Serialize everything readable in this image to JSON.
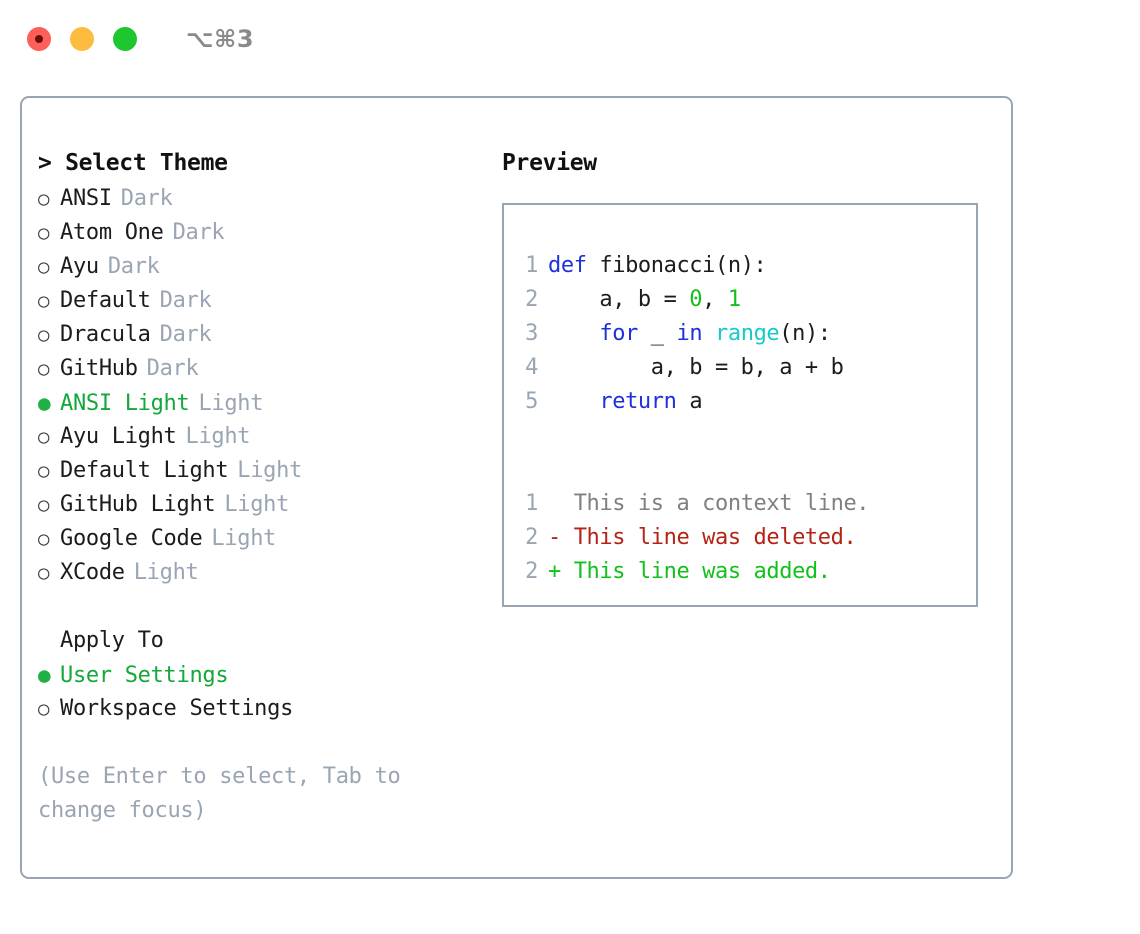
{
  "titlebar": {
    "shortcut": "⌥⌘3",
    "lights": [
      "close",
      "minimize",
      "maximize"
    ]
  },
  "left": {
    "heading": "> Select Theme",
    "themes": [
      {
        "bullet": "○",
        "name": "ANSI",
        "variant": "Dark",
        "selected": false
      },
      {
        "bullet": "○",
        "name": "Atom One",
        "variant": "Dark",
        "selected": false
      },
      {
        "bullet": "○",
        "name": "Ayu",
        "variant": "Dark",
        "selected": false
      },
      {
        "bullet": "○",
        "name": "Default",
        "variant": "Dark",
        "selected": false
      },
      {
        "bullet": "○",
        "name": "Dracula",
        "variant": "Dark",
        "selected": false
      },
      {
        "bullet": "○",
        "name": "GitHub",
        "variant": "Dark",
        "selected": false
      },
      {
        "bullet": "●",
        "name": "ANSI Light",
        "variant": "Light",
        "selected": true
      },
      {
        "bullet": "○",
        "name": "Ayu Light",
        "variant": "Light",
        "selected": false
      },
      {
        "bullet": "○",
        "name": "Default Light",
        "variant": "Light",
        "selected": false
      },
      {
        "bullet": "○",
        "name": "GitHub Light",
        "variant": "Light",
        "selected": false
      },
      {
        "bullet": "○",
        "name": "Google Code",
        "variant": "Light",
        "selected": false
      },
      {
        "bullet": "○",
        "name": "XCode",
        "variant": "Light",
        "selected": false
      }
    ],
    "apply_heading": "Apply To",
    "apply_options": [
      {
        "bullet": "●",
        "name": "User Settings",
        "selected": true
      },
      {
        "bullet": "○",
        "name": "Workspace Settings",
        "selected": false
      }
    ],
    "hint": "(Use Enter to select, Tab to change focus)"
  },
  "right": {
    "title": "Preview",
    "code_lines": [
      {
        "num": "1",
        "tokens": [
          {
            "t": "def",
            "c": "kw"
          },
          {
            "t": " fibonacci(n):",
            "c": "txt"
          }
        ]
      },
      {
        "num": "2",
        "tokens": [
          {
            "t": "    a, b = ",
            "c": "txt"
          },
          {
            "t": "0",
            "c": "num"
          },
          {
            "t": ", ",
            "c": "txt"
          },
          {
            "t": "1",
            "c": "num"
          }
        ]
      },
      {
        "num": "3",
        "tokens": [
          {
            "t": "    ",
            "c": "txt"
          },
          {
            "t": "for",
            "c": "kw"
          },
          {
            "t": " _ ",
            "c": "txt"
          },
          {
            "t": "in",
            "c": "kw"
          },
          {
            "t": " ",
            "c": "txt"
          },
          {
            "t": "range",
            "c": "fn"
          },
          {
            "t": "(n):",
            "c": "txt"
          }
        ]
      },
      {
        "num": "4",
        "tokens": [
          {
            "t": "        a, b = b, a + b",
            "c": "txt"
          }
        ]
      },
      {
        "num": "5",
        "tokens": [
          {
            "t": "    ",
            "c": "txt"
          },
          {
            "t": "return",
            "c": "kw"
          },
          {
            "t": " a",
            "c": "txt"
          }
        ]
      }
    ],
    "diff_lines": [
      {
        "num": "1",
        "marker": "  ",
        "text": "This is a context line.",
        "kind": "ctx"
      },
      {
        "num": "2",
        "marker": "- ",
        "text": "This line was deleted.",
        "kind": "del"
      },
      {
        "num": "2",
        "marker": "+ ",
        "text": "This line was added.",
        "kind": "add"
      }
    ]
  },
  "colors": {
    "accent_green": "#14a83a",
    "muted": "#9aa5b4",
    "keyword": "#1f31d8",
    "function": "#17c9c9",
    "number": "#12c119",
    "deleted": "#b52216",
    "added": "#12c119",
    "border": "#9aa5b4",
    "light_close": "#fc6058",
    "light_min": "#fdbc40",
    "light_max": "#1fc72f"
  }
}
